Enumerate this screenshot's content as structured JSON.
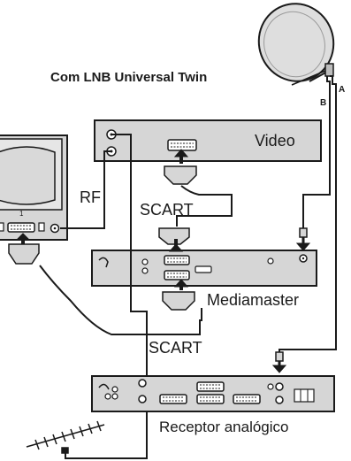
{
  "title": "Com LNB Universal Twin",
  "labels": {
    "video": "Video",
    "rf": "RF",
    "scart_top": "SCART",
    "mediamaster": "Mediamaster",
    "scart_bottom": "SCART",
    "receptor": "Receptor analógico",
    "lnb_a": "A",
    "lnb_b": "B",
    "tv_channel": "1"
  },
  "colors": {
    "line": "#1a1a1a",
    "device_fill": "#d6d6d6",
    "device_fill_dark": "#bdbdbd",
    "dish_fill": "#dedede"
  }
}
